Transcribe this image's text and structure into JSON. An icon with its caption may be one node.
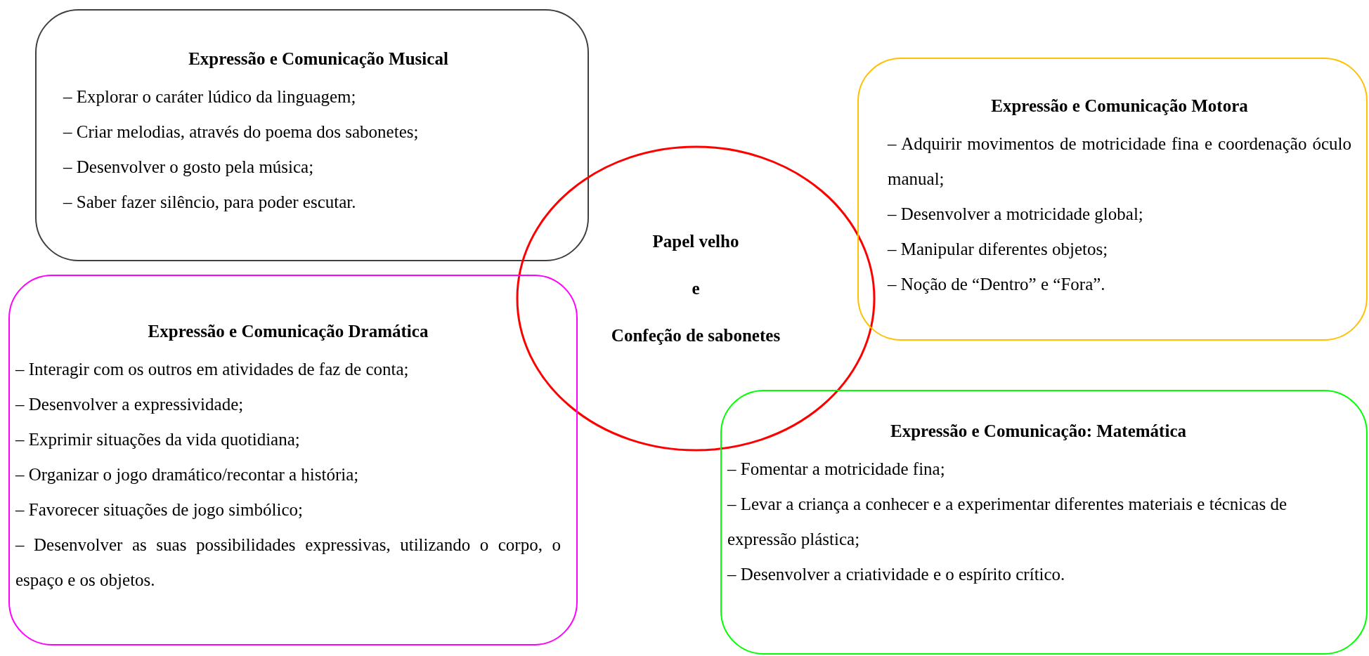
{
  "diagram": {
    "nodes": [
      {
        "text": [
          "Expressão e Comunicação Musical",
          "– Explorar o caráter lúdico da linguagem;",
          "– Criar melodias, através do poema dos sabonetes;",
          "– Desenvolver o gosto pela música;",
          "– Saber fazer silêncio, para poder escutar."
        ]
      },
      {
        "text": [
          "Papel velho",
          "e",
          "Confeção de sabonetes"
        ]
      },
      {
        "text": [
          "Expressão e Comunicação Motora",
          "– Adquirir movimentos de motricidade fina e coordenação óculo manual;",
          "– Desenvolver a motricidade global;",
          "– Manipular diferentes objetos;",
          "– Noção de “Dentro” e “Fora”."
        ]
      },
      {
        "text": [
          "Expressão e Comunicação Dramática",
          "– Interagir com os outros em atividades de faz de conta;",
          "– Desenvolver a expressividade;",
          "– Exprimir situações da vida quotidiana;",
          "– Organizar o jogo dramático/recontar a história;",
          "– Favorecer situações de jogo simbólico;",
          "– Desenvolver as suas possibilidades expressivas, utilizando o corpo, o espaço e os objetos."
        ]
      },
      {
        "text": [
          "Expressão e Comunicação: Matemática",
          "– Fomentar a motricidade fina;",
          "– Levar a criança a conhecer e a experimentar diferentes materiais e técnicas de expressão plástica;",
          "– Desenvolver a criatividade e o espírito crítico."
        ]
      }
    ],
    "edges": []
  }
}
